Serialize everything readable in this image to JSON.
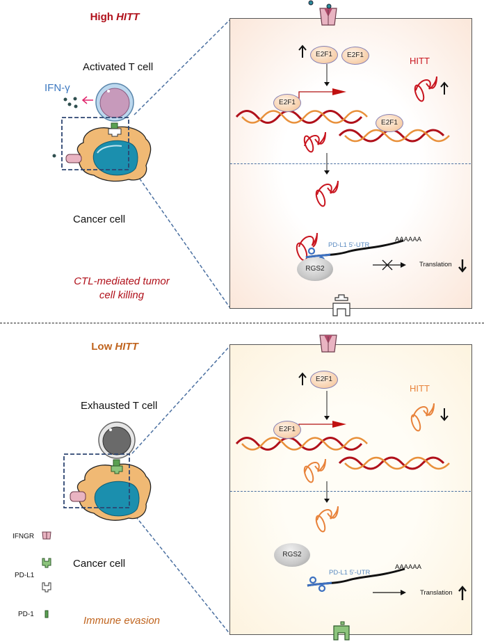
{
  "top": {
    "title_prefix": "High",
    "title_gene": "HITT",
    "cytokine_label": "IFN-γ",
    "t_cell_label": "Activated T cell",
    "cancer_cell_label": "Cancer cell",
    "outcome_line1": "CTL-mediated tumor",
    "outcome_line2": "cell killing",
    "panel": {
      "e2f1_labels": [
        "E2F1",
        "E2F1",
        "E2F1",
        "E2F1"
      ],
      "hitt_label": "HITT",
      "hitt_trend": "up",
      "e2f1_trend": "up",
      "utr_label": "PD-L1 5'-UTR",
      "polya_label": "AAAAAA",
      "rgs2_label": "RGS2",
      "translation_label": "Translation",
      "translation_trend": "down",
      "translation_blocked": true
    }
  },
  "bottom": {
    "title_prefix": "Low",
    "title_gene": "HITT",
    "t_cell_label": "Exhausted T cell",
    "cancer_cell_label": "Cancer cell",
    "outcome": "Immune evasion",
    "panel": {
      "e2f1_labels": [
        "E2F1",
        "E2F1"
      ],
      "hitt_label": "HITT",
      "hitt_trend": "down",
      "e2f1_trend": "up",
      "utr_label": "PD-L1 5'-UTR",
      "polya_label": "AAAAAA",
      "rgs2_label": "RGS2",
      "translation_label": "Translation",
      "translation_trend": "up",
      "translation_blocked": false
    }
  },
  "legend": {
    "items": [
      {
        "label": "IFNGR",
        "icon": "ifngr-receptor-icon"
      },
      {
        "label": "PD-L1",
        "icon": "pd-l1-icon"
      },
      {
        "label": "PD-1",
        "icon": "pd-1-icon"
      }
    ]
  },
  "colors": {
    "high_accent": "#b0101a",
    "low_accent": "#c0641e",
    "hitt_high": "#c8141e",
    "hitt_low": "#e8823a",
    "utr_blue": "#3c70c0",
    "dashed_link": "#4a6fa0"
  }
}
